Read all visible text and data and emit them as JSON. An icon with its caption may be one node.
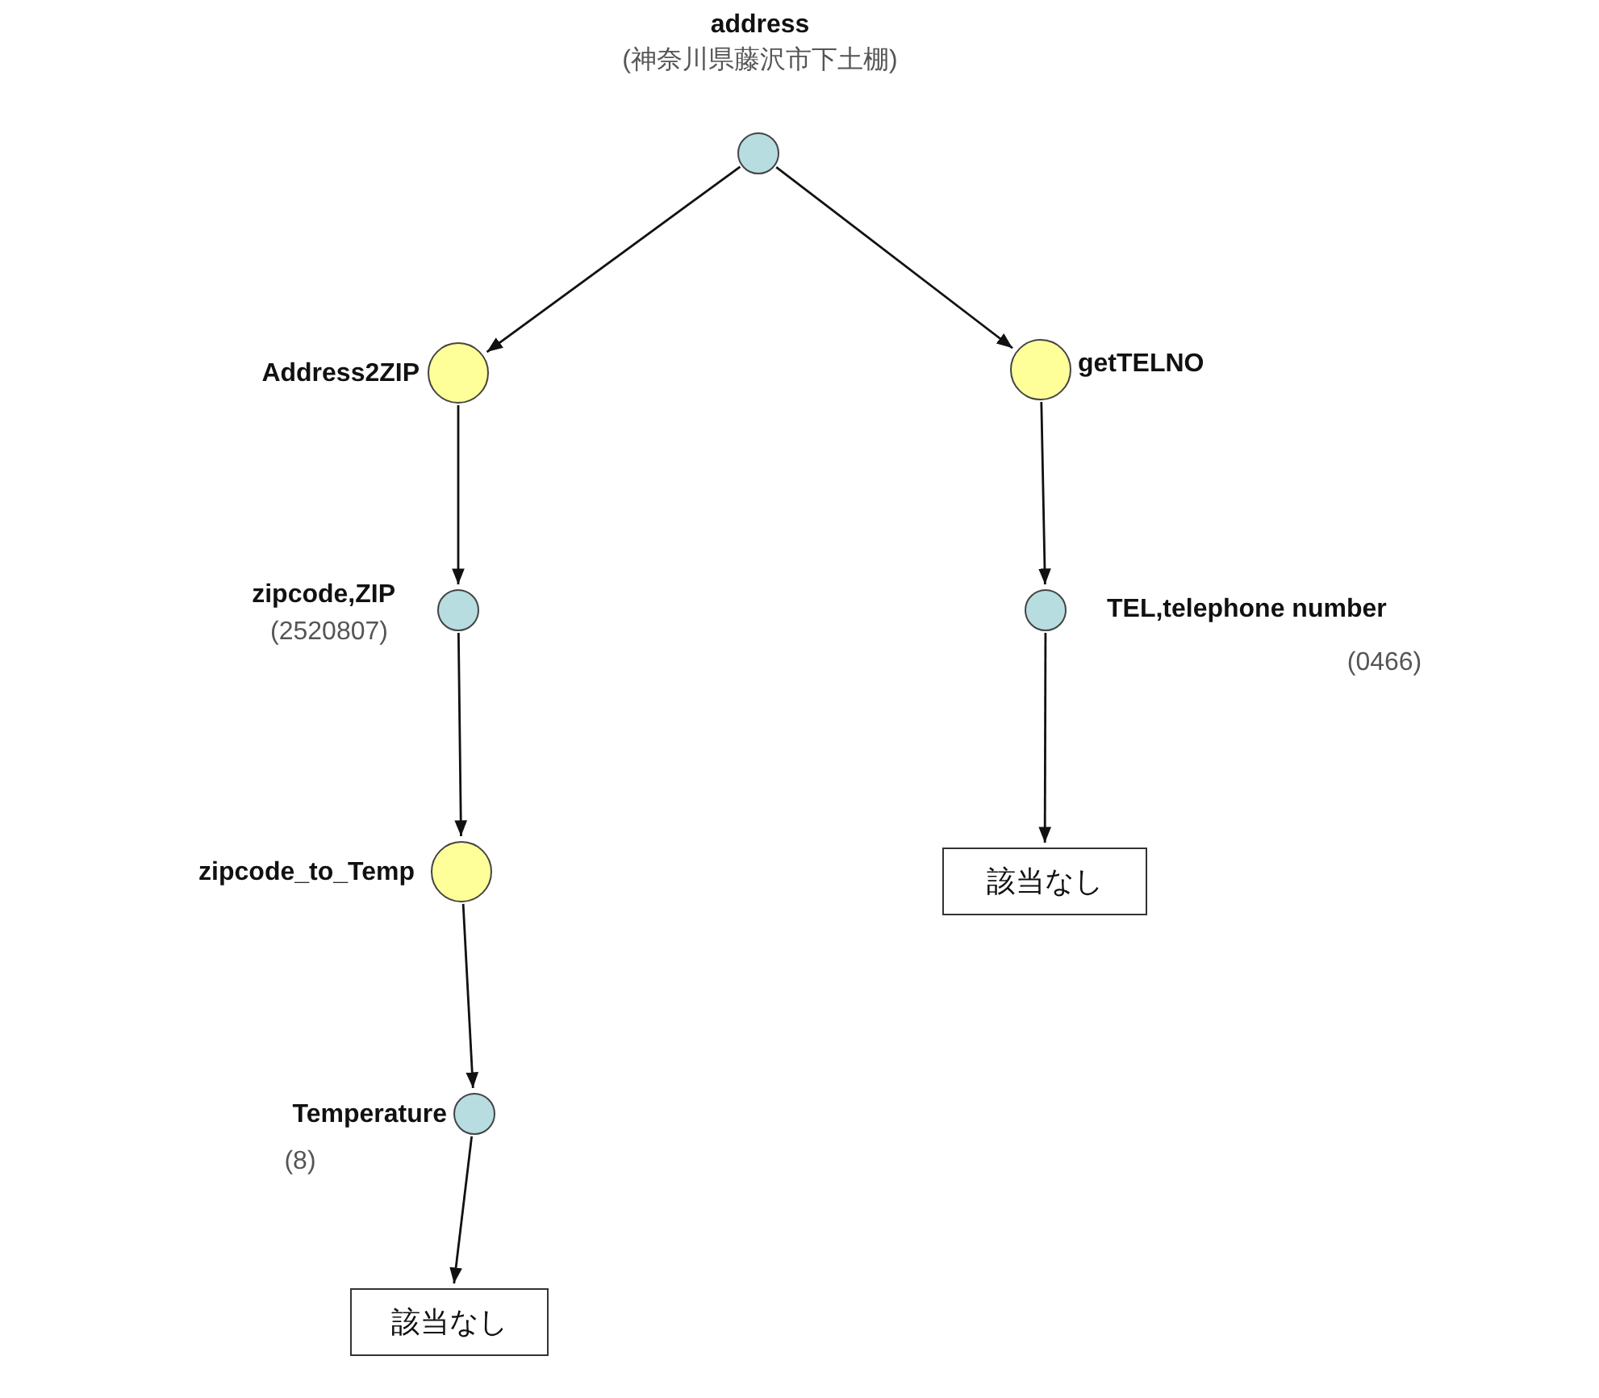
{
  "diagram": {
    "nodes": [
      {
        "text": [
          "address",
          "(神奈川県藤沢市下土棚)"
        ]
      },
      {
        "text": [
          "Address2ZIP"
        ]
      },
      {
        "text": [
          "getTELNO"
        ]
      },
      {
        "text": [
          "zipcode,ZIP",
          "(2520807)"
        ]
      },
      {
        "text": [
          "TEL,telephone number",
          "(0466)"
        ]
      },
      {
        "text": [
          "zipcode_to_Temp"
        ]
      },
      {
        "text": [
          "該当なし"
        ]
      },
      {
        "text": [
          "Temperature",
          "(8)"
        ]
      },
      {
        "text": [
          "該当なし"
        ]
      }
    ],
    "edges": [
      {
        "from": 0,
        "to": 1,
        "arrow": "to"
      },
      {
        "from": 0,
        "to": 2,
        "arrow": "to"
      },
      {
        "from": 1,
        "to": 3,
        "arrow": "to"
      },
      {
        "from": 2,
        "to": 4,
        "arrow": "to"
      },
      {
        "from": 3,
        "to": 5,
        "arrow": "to"
      },
      {
        "from": 4,
        "to": 6,
        "arrow": "to"
      },
      {
        "from": 5,
        "to": 7,
        "arrow": "to"
      },
      {
        "from": 7,
        "to": 8,
        "arrow": "to"
      }
    ]
  }
}
